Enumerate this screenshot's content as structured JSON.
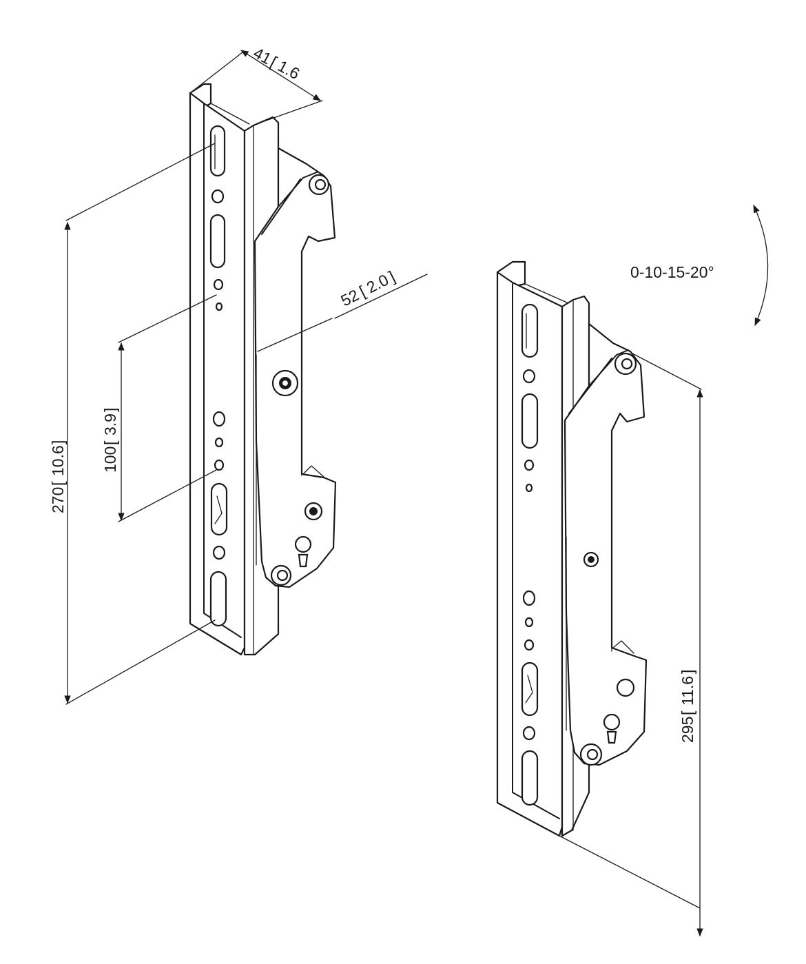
{
  "dimensions": {
    "width_41": "41",
    "width_41_in": "1.6",
    "depth_52": "52",
    "depth_52_in": "2.0",
    "pitch_100": "100",
    "pitch_100_in": "3.9",
    "height_270": "270",
    "height_270_in": "10.6",
    "height_295": "295",
    "height_295_in": "11.6",
    "tilt": "0-10-15-20°"
  },
  "colors": {
    "ink": "#1a1a1a",
    "paper": "#ffffff"
  }
}
